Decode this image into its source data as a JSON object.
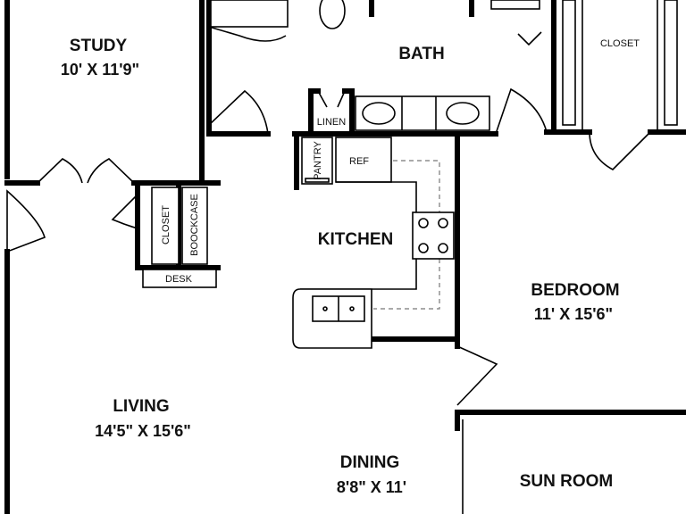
{
  "rooms": {
    "study": {
      "name": "STUDY",
      "dims": "10' X 11'9\""
    },
    "bath": {
      "name": "BATH"
    },
    "kitchen": {
      "name": "KITCHEN"
    },
    "bedroom": {
      "name": "BEDROOM",
      "dims": "11' X 15'6\""
    },
    "living": {
      "name": "LIVING",
      "dims": "14'5\" X 15'6\""
    },
    "dining": {
      "name": "DINING",
      "dims": "8'8\" X 11'"
    },
    "sunroom": {
      "name": "SUN ROOM"
    }
  },
  "labels": {
    "closet_top": "CLOSET",
    "closet_side": "CLOSET",
    "bookcase": "BOOCKCASE",
    "desk": "DESK",
    "linen": "LINEN",
    "pantry": "PANTRY",
    "ref": "REF"
  }
}
